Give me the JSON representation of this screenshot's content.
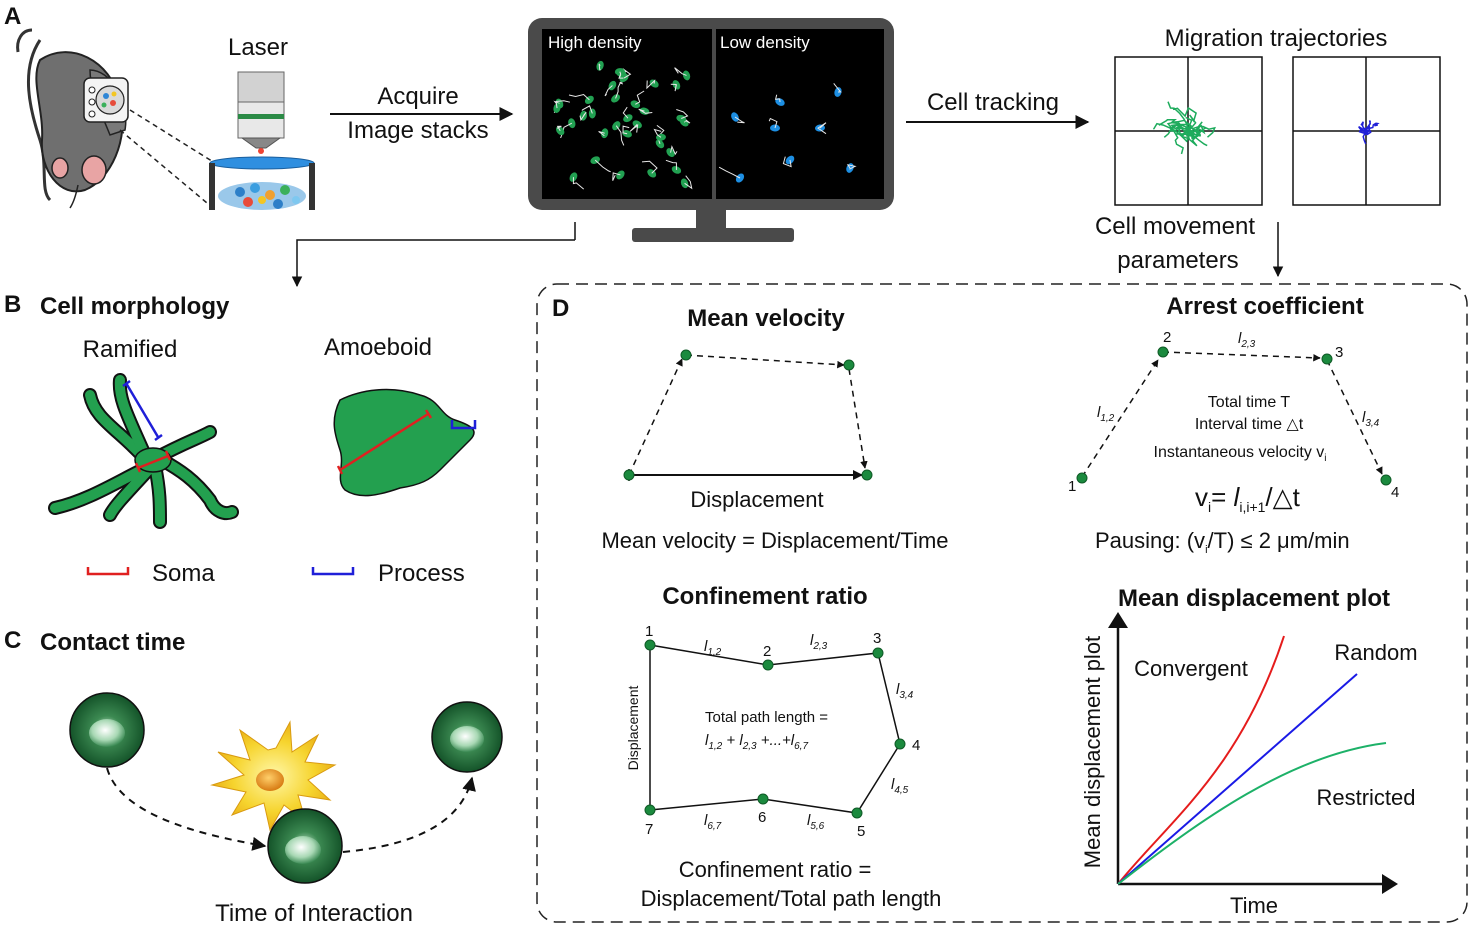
{
  "panels": {
    "a": {
      "letter": "A",
      "laser": "Laser",
      "acquire": "Acquire",
      "image_stacks": "Image stacks",
      "monitor": {
        "high_density": "High density",
        "low_density": "Low density"
      },
      "cell_tracking": "Cell tracking",
      "migration_trajectories": "Migration trajectories",
      "cell_movement_1": "Cell movement",
      "cell_movement_2": "parameters"
    },
    "b": {
      "letter": "B",
      "title": "Cell morphology",
      "ramified": "Ramified",
      "amoeboid": "Amoeboid",
      "soma": "Soma",
      "process": "Process",
      "colors": {
        "cell": "#22a152",
        "soma": "#e02020",
        "process": "#1f1fd8"
      }
    },
    "c": {
      "letter": "C",
      "title": "Contact time",
      "time_of_interaction": "Time of Interaction"
    },
    "d": {
      "letter": "D",
      "mean_velocity": {
        "title": "Mean velocity",
        "displacement": "Displacement",
        "formula": "Mean velocity = Displacement/Time"
      },
      "arrest": {
        "title": "Arrest coefficient",
        "nodes": [
          "1",
          "2",
          "3",
          "4"
        ],
        "l12": "l",
        "l12_sub": "1,2",
        "l23": "l",
        "l23_sub": "2,3",
        "l34": "l",
        "l34_sub": "3,4",
        "total_time": "Total time T",
        "interval_time": "Interval time △t",
        "inst_velocity": "Instantaneous velocity v",
        "inst_sub": "i",
        "vi": "v",
        "vi_sub": "i",
        "vi_eq": "= ",
        "vi_l": "l",
        "vi_l_sub": "i,i+1",
        "vi_div": "/△t",
        "pausing": "Pausing: (v",
        "pausing_sub": "i",
        "pausing_rest": "/T) ≤ 2 μm/min"
      },
      "confinement": {
        "title": "Confinement ratio",
        "nodes": [
          "1",
          "2",
          "3",
          "4",
          "5",
          "6",
          "7"
        ],
        "segments": [
          {
            "l": "l",
            "sub": "1,2"
          },
          {
            "l": "l",
            "sub": "2,3"
          },
          {
            "l": "l",
            "sub": "3,4"
          },
          {
            "l": "l",
            "sub": "4,5"
          },
          {
            "l": "l",
            "sub": "5,6"
          },
          {
            "l": "l",
            "sub": "6,7"
          }
        ],
        "displacement": "Displacement",
        "total_path": "Total path length =",
        "sum_a": "l",
        "sum_a_sub": "1,2",
        "sum_b": " + l",
        "sum_b_sub": "2,3",
        "sum_c": " +...+l",
        "sum_c_sub": "6,7",
        "formula_1": "Confinement ratio =",
        "formula_2": "Displacement/Total path length"
      },
      "mdp": {
        "title": "Mean displacement plot",
        "ylabel": "Mean displacement plot",
        "xlabel": "Time",
        "convergent": "Convergent",
        "random": "Random",
        "restricted": "Restricted",
        "colors": {
          "convergent": "#e51c1c",
          "random": "#1a1ae6",
          "restricted": "#1db168"
        }
      }
    }
  }
}
